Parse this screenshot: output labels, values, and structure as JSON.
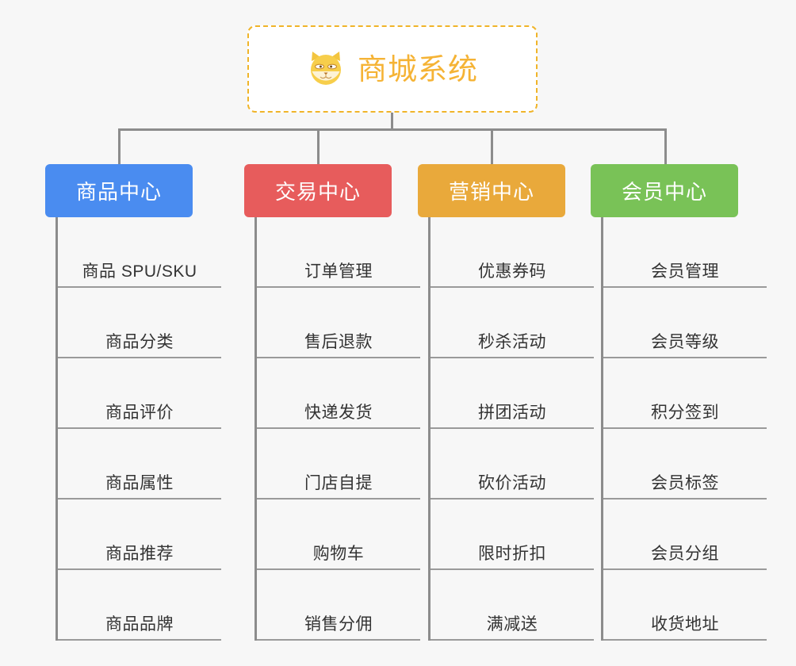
{
  "diagram": {
    "type": "org-tree",
    "background_color": "#f7f7f7",
    "root": {
      "label": "商城系统",
      "icon": "shiba-dog-icon",
      "text_color": "#f5b335",
      "border_color": "#f0b429",
      "background_color": "#ffffff"
    },
    "branches": [
      {
        "label": "商品中心",
        "color": "#4a8cf0",
        "items": [
          "商品 SPU/SKU",
          "商品分类",
          "商品评价",
          "商品属性",
          "商品推荐",
          "商品品牌"
        ]
      },
      {
        "label": "交易中心",
        "color": "#e75c5c",
        "items": [
          "订单管理",
          "售后退款",
          "快递发货",
          "门店自提",
          "购物车",
          "销售分佣"
        ]
      },
      {
        "label": "营销中心",
        "color": "#e9a93b",
        "items": [
          "优惠券码",
          "秒杀活动",
          "拼团活动",
          "砍价活动",
          "限时折扣",
          "满减送"
        ]
      },
      {
        "label": "会员中心",
        "color": "#79c council",
        "items": [
          "会员管理",
          "会员等级",
          "积分签到",
          "会员标签",
          "会员分组",
          "收货地址"
        ]
      }
    ],
    "connector_color": "#8c8c8c",
    "leaf_underline_color": "#9a9a9a",
    "leaf_text_color": "#333333"
  }
}
